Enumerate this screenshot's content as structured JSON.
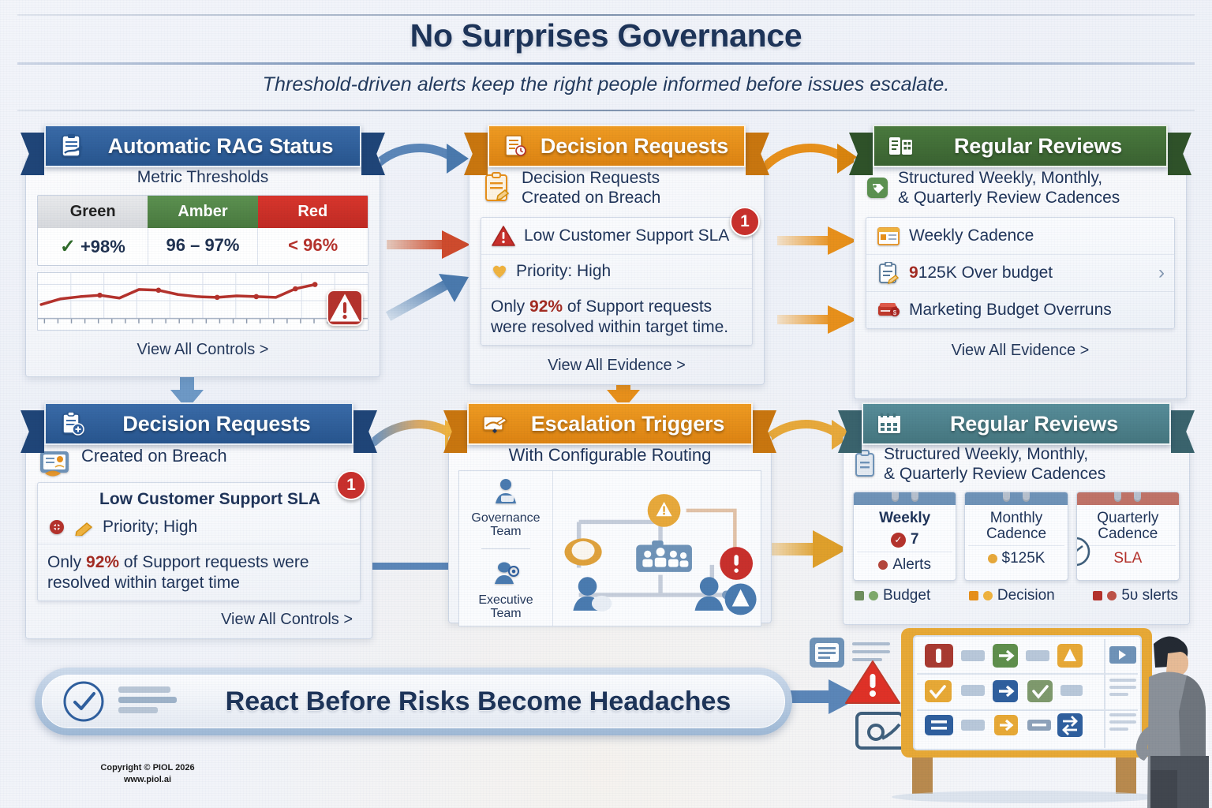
{
  "header": {
    "title": "No Surprises Governance",
    "subtitle": "Threshold-driven alerts keep the right people informed before issues escalate."
  },
  "colors": {
    "blue": "#2f5f9e",
    "blue_dark": "#1f4578",
    "orange": "#e8901b",
    "orange_dark": "#c9760f",
    "green": "#3f6b37",
    "green_dark": "#2f5229",
    "teal": "#4a7b87",
    "teal_dark": "#3a636d",
    "red": "#c9302c",
    "amber": "#e8a93b",
    "text": "#1f3459"
  },
  "panels": {
    "rag": {
      "ribbon_title": "Automatic RAG Status",
      "icon": "clipboard-chart-icon",
      "table_title": "Metric Thresholds",
      "table": {
        "headers": [
          "Green",
          "Amber",
          "Red"
        ],
        "values": [
          "+98%",
          "96 – 97%",
          "< 96%"
        ]
      },
      "check_glyph": "✓",
      "footer_link": "View All Controls >",
      "alert_icon": "warning-triangle-icon"
    },
    "decision_top": {
      "ribbon_title": "Decision Requests",
      "icon": "document-clock-icon",
      "subhead_line1": "Decision Requests",
      "subhead_line2": "Created on Breach",
      "subhead_icon": "clipboard-pencil-icon",
      "item_title": "Low Customer Support SLA",
      "item_icon": "warning-triangle-icon",
      "badge_count": "1",
      "priority_label": "Priority: High",
      "priority_icon": "heart-icon",
      "body_prefix": "Only ",
      "body_highlight": "92%",
      "body_rest_line1": " of Support requests",
      "body_line2": "were resolved within target time.",
      "footer_link": "View All Evidence >"
    },
    "reviews_top": {
      "ribbon_title": "Regular Reviews",
      "icon": "report-grid-icon",
      "subhead_line1": "Structured Weekly, Monthly,",
      "subhead_line2": "& Quarterly Review Cadences",
      "subhead_icon": "calendar-tag-icon",
      "rows": [
        {
          "label": "Weekly Cadence",
          "icon": "calendar-card-icon",
          "chevron": ""
        },
        {
          "label": "9125K Over budget",
          "icon": "clipboard-pencil-icon",
          "chevron": "›",
          "highlight_prefix": "9"
        },
        {
          "label": "Marketing Budget Overruns",
          "icon": "wallet-icon",
          "chevron": ""
        }
      ],
      "footer_link": "View All Evidence >"
    },
    "decision_bottom": {
      "ribbon_title": "Decision Requests",
      "icon": "clipboard-plus-icon",
      "subhead": "Created on Breach",
      "subhead_icon": "id-card-icon",
      "item_title": "Low Customer Support SLA",
      "badge_count": "1",
      "priority_label": "Priority; High",
      "priority_icon1": "red-gear-icon",
      "priority_icon2": "pencil-icon",
      "body_prefix": "Only ",
      "body_highlight": "92%",
      "body_rest_line1": " of Support requests were",
      "body_line2": "resolved within target time",
      "footer_link": "View All Controls >"
    },
    "escalation": {
      "ribbon_title": "Escalation Triggers",
      "icon": "hand-signing-icon",
      "subhead": "With Configurable Routing",
      "left_items": [
        {
          "label_line1": "Governance",
          "label_line2": "Team",
          "icon": "person-reading-icon"
        },
        {
          "label_line1": "Executive",
          "label_line2": "Team",
          "icon": "person-target-icon"
        }
      ],
      "diagram_icons": [
        "warning-triangle-amber-icon",
        "person-orange-icon",
        "team-group-icon",
        "alert-circle-red-icon",
        "person-blue-icon",
        "person-cone-icon"
      ]
    },
    "reviews_bottom": {
      "ribbon_title": "Regular Reviews",
      "icon": "calendar-grid-icon",
      "subhead_line1": "Structured Weekly, Monthly,",
      "subhead_line2": "& Quarterly Review Cadences",
      "subhead_icon": "clipboard-icon",
      "cards": [
        {
          "name_line1": "Weekly",
          "name_line2": "",
          "value": "7",
          "value_icon": "check-circle-red-icon",
          "sub_dot": "#b5463c",
          "sub_label": "Alerts",
          "top_color": "#6f93b8"
        },
        {
          "name_line1": "Monthly",
          "name_line2": "Cadence",
          "value": "$125K",
          "value_icon": "",
          "sub_dot": "#e8a93b",
          "sub_label": "",
          "top_color": "#6f93b8"
        },
        {
          "name_line1": "Quarterly",
          "name_line2": "Cadence",
          "value": "SLA",
          "value_icon": "gauge-icon",
          "sub_dot": "",
          "sub_label": "",
          "top_color": "#c07368"
        }
      ],
      "legend": [
        {
          "label": "Budget",
          "sq": "#6f8f5e",
          "dot": "#7faa6c"
        },
        {
          "label": "Decision",
          "sq": "#e8901b",
          "dot": "#f0b33f"
        },
        {
          "label": "5ᴜ slerts",
          "sq": "#b5322c",
          "dot": "#bf5348"
        }
      ]
    }
  },
  "cta": {
    "text": "React Before Risks Become Headaches",
    "icon": "check-circle-icon"
  },
  "footer": {
    "copyright": "Copyright © PIOL 2026",
    "website": "www.piol.ai"
  },
  "chart_data": {
    "type": "line",
    "title": "",
    "xlabel": "",
    "ylabel": "",
    "x": [
      0,
      1,
      2,
      3,
      4,
      5,
      6,
      7,
      8,
      9,
      10,
      11,
      12,
      13,
      14
    ],
    "values": [
      30,
      46,
      52,
      56,
      48,
      72,
      70,
      58,
      52,
      50,
      54,
      52,
      50,
      74,
      86
    ],
    "ylim": [
      0,
      100
    ],
    "grid": true,
    "legend": "none",
    "series_color": "#b5322c"
  }
}
